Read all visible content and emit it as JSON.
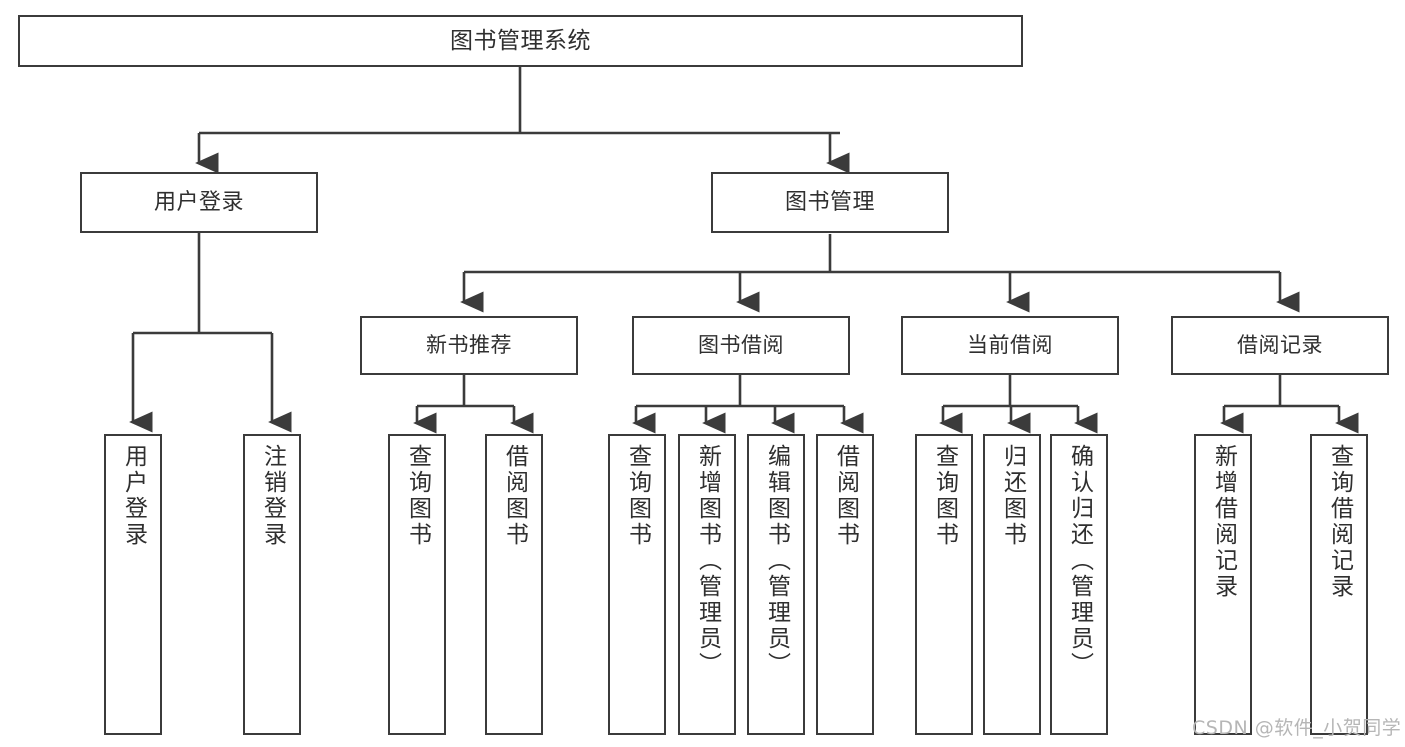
{
  "diagram": {
    "title": "图书管理系统",
    "type": "hierarchy-tree",
    "root": {
      "label": "图书管理系统"
    },
    "level2": [
      {
        "label": "用户登录"
      },
      {
        "label": "图书管理"
      }
    ],
    "level3": [
      {
        "label": "新书推荐"
      },
      {
        "label": "图书借阅"
      },
      {
        "label": "当前借阅"
      },
      {
        "label": "借阅记录"
      }
    ],
    "leaves": {
      "user_login": [
        {
          "label": "用户登录"
        },
        {
          "label": "注销登录"
        }
      ],
      "new_book_recommend": [
        {
          "label": "查询图书"
        },
        {
          "label": "借阅图书"
        }
      ],
      "book_borrow": [
        {
          "label": "查询图书"
        },
        {
          "label": "新增图书（管理员）"
        },
        {
          "label": "编辑图书（管理员）"
        },
        {
          "label": "借阅图书"
        }
      ],
      "current_borrow": [
        {
          "label": "查询图书"
        },
        {
          "label": "归还图书"
        },
        {
          "label": "确认归还（管理员）"
        }
      ],
      "borrow_record": [
        {
          "label": "新增借阅记录"
        },
        {
          "label": "查询借阅记录"
        }
      ]
    }
  },
  "watermark": {
    "text": "CSDN @软件_小贺同学"
  },
  "colors": {
    "stroke": "#3b3b3b",
    "text": "#2f2f2f",
    "background": "#ffffff",
    "watermark": "#b6b6b6"
  }
}
